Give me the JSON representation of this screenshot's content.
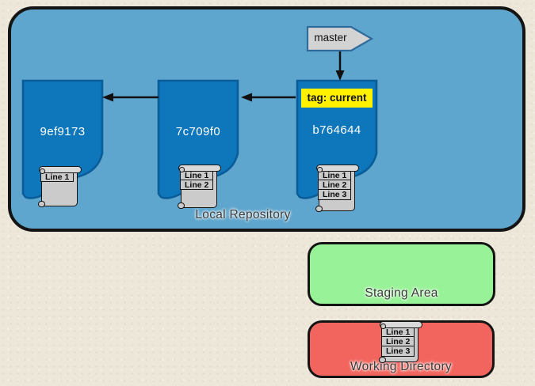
{
  "colors": {
    "page_bg": "#ede7d9",
    "outline": "#141414",
    "repo_fill": "#5ea6cd",
    "commit_fill": "#0e76bb",
    "commit_stroke": "#0a5d99",
    "tag_bg": "#fff100",
    "branch_fill": "#d3d3d3",
    "branch_stroke": "#2f6b9d",
    "scroll_fill": "#cbcbcb",
    "scroll_bar_fill": "#d9d9d9",
    "staging_fill": "#98f297",
    "working_fill": "#f2655e",
    "label_color": "#3a3a3a"
  },
  "local_repository": {
    "label": "Local Repository",
    "branch": {
      "label": "master"
    },
    "commits": [
      {
        "id": "9ef9173",
        "file": {
          "lines": [
            "Line 1"
          ]
        }
      },
      {
        "id": "7c709f0",
        "file": {
          "lines": [
            "Line 1",
            "Line 2"
          ]
        }
      },
      {
        "id": "b764644",
        "tag": "tag: current",
        "file": {
          "lines": [
            "Line 1",
            "Line 2",
            "Line 3"
          ]
        }
      }
    ]
  },
  "staging_area": {
    "label": "Staging Area"
  },
  "working_directory": {
    "label": "Working Directory",
    "file": {
      "lines": [
        "Line 1",
        "Line 2",
        "Line 3"
      ]
    }
  }
}
